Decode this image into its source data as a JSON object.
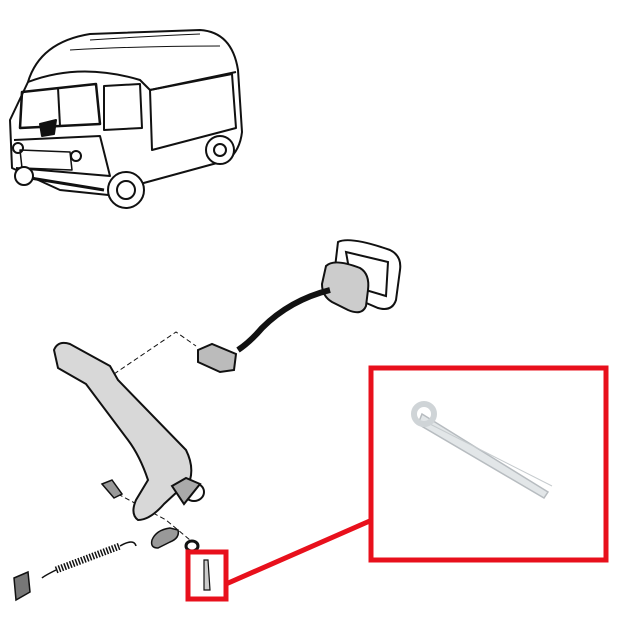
{
  "diagram": {
    "highlight_color": "#e8101c",
    "line_color": "#111111",
    "pin_color": "#d9dde0",
    "parts": [
      "van",
      "pedal-pad",
      "pedal-rod",
      "pedal-arm",
      "bolt",
      "return-spring",
      "spring-clip",
      "link-plate",
      "washer",
      "cotter-pin"
    ]
  }
}
